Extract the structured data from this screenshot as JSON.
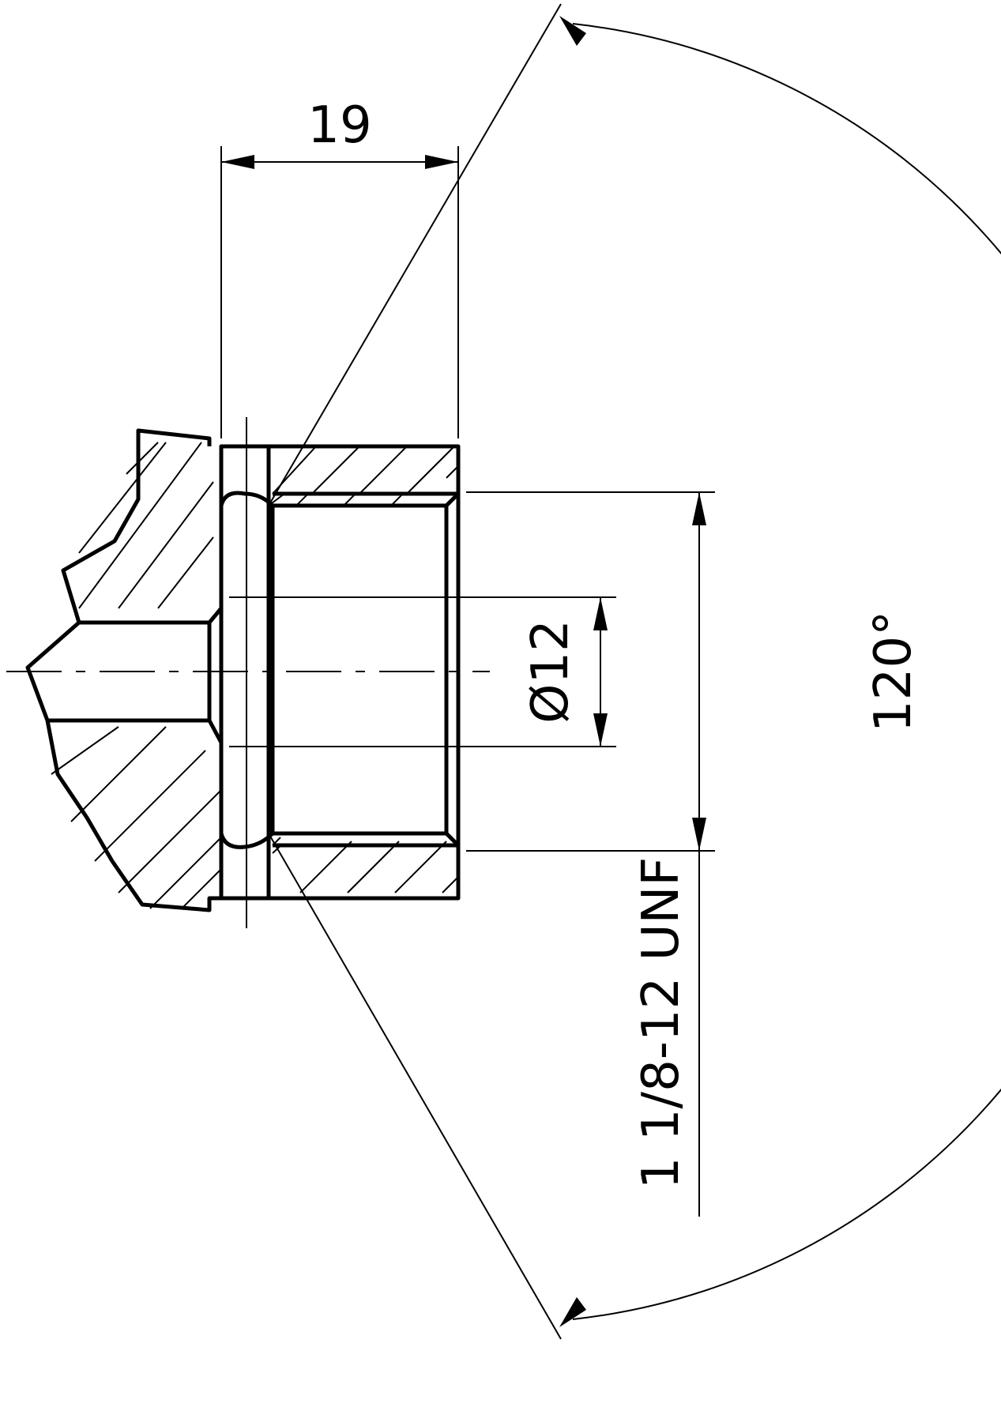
{
  "drawing": {
    "dimensions": {
      "length": "19",
      "diameter": "Ø12",
      "thread": "1 1/8-12 UNF",
      "angle": "120°"
    },
    "colors": {
      "line": "#000000",
      "background": "#ffffff"
    }
  }
}
